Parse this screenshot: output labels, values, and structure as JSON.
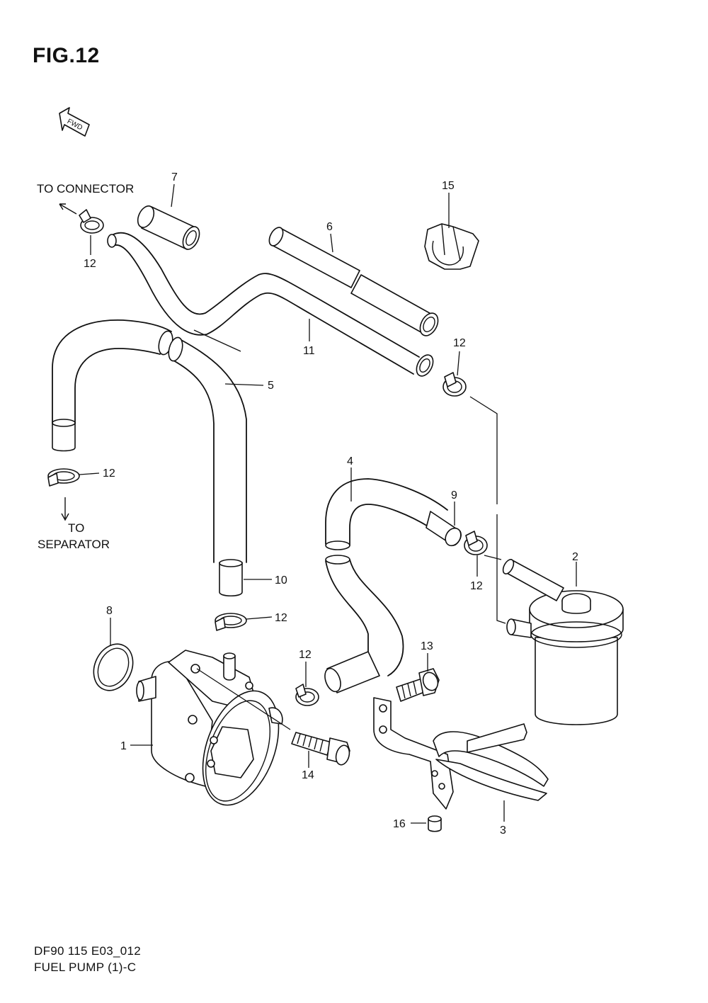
{
  "figure": {
    "title": "FIG.12",
    "fwd_label": "FWD",
    "drawing_code": "DF90 115 E03_012",
    "drawing_name": "FUEL PUMP (1)-C"
  },
  "notes": {
    "to_connector": "TO CONNECTOR",
    "to": "TO",
    "separator": "SEPARATOR"
  },
  "callouts": {
    "c1": "1",
    "c2": "2",
    "c3": "3",
    "c4": "4",
    "c5": "5",
    "c6": "6",
    "c7": "7",
    "c8": "8",
    "c9": "9",
    "c10": "10",
    "c11": "11",
    "c12_top_left": "12",
    "c12_mid_right": "12",
    "c12_left": "12",
    "c12_center": "12",
    "c12_lower": "12",
    "c12_filter": "12",
    "c13": "13",
    "c14": "14",
    "c15": "15",
    "c16": "16"
  }
}
